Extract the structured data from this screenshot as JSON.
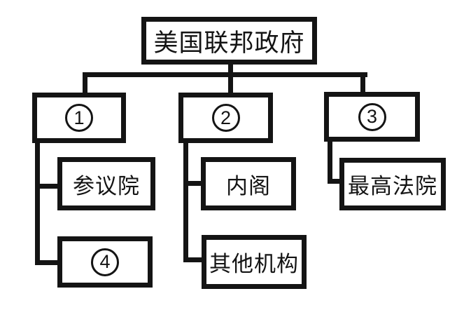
{
  "diagram": {
    "type": "org-chart",
    "background_color": "#ffffff",
    "line_color": "#141414",
    "nodes": {
      "root": {
        "label": "美国联邦政府"
      },
      "branch1": {
        "label": "①",
        "digit": "1"
      },
      "branch2": {
        "label": "②",
        "digit": "2"
      },
      "branch3": {
        "label": "③",
        "digit": "3"
      },
      "senate": {
        "label": "参议院"
      },
      "node4": {
        "label": "④",
        "digit": "4"
      },
      "cabinet": {
        "label": "内阁"
      },
      "other": {
        "label": "其他机构"
      },
      "court": {
        "label": "最高法院"
      }
    },
    "edges": [
      {
        "from": "root",
        "to": "branch1"
      },
      {
        "from": "root",
        "to": "branch2"
      },
      {
        "from": "root",
        "to": "branch3"
      },
      {
        "from": "branch1",
        "to": "senate"
      },
      {
        "from": "branch1",
        "to": "node4"
      },
      {
        "from": "branch2",
        "to": "cabinet"
      },
      {
        "from": "branch2",
        "to": "other"
      },
      {
        "from": "branch3",
        "to": "court"
      }
    ]
  }
}
